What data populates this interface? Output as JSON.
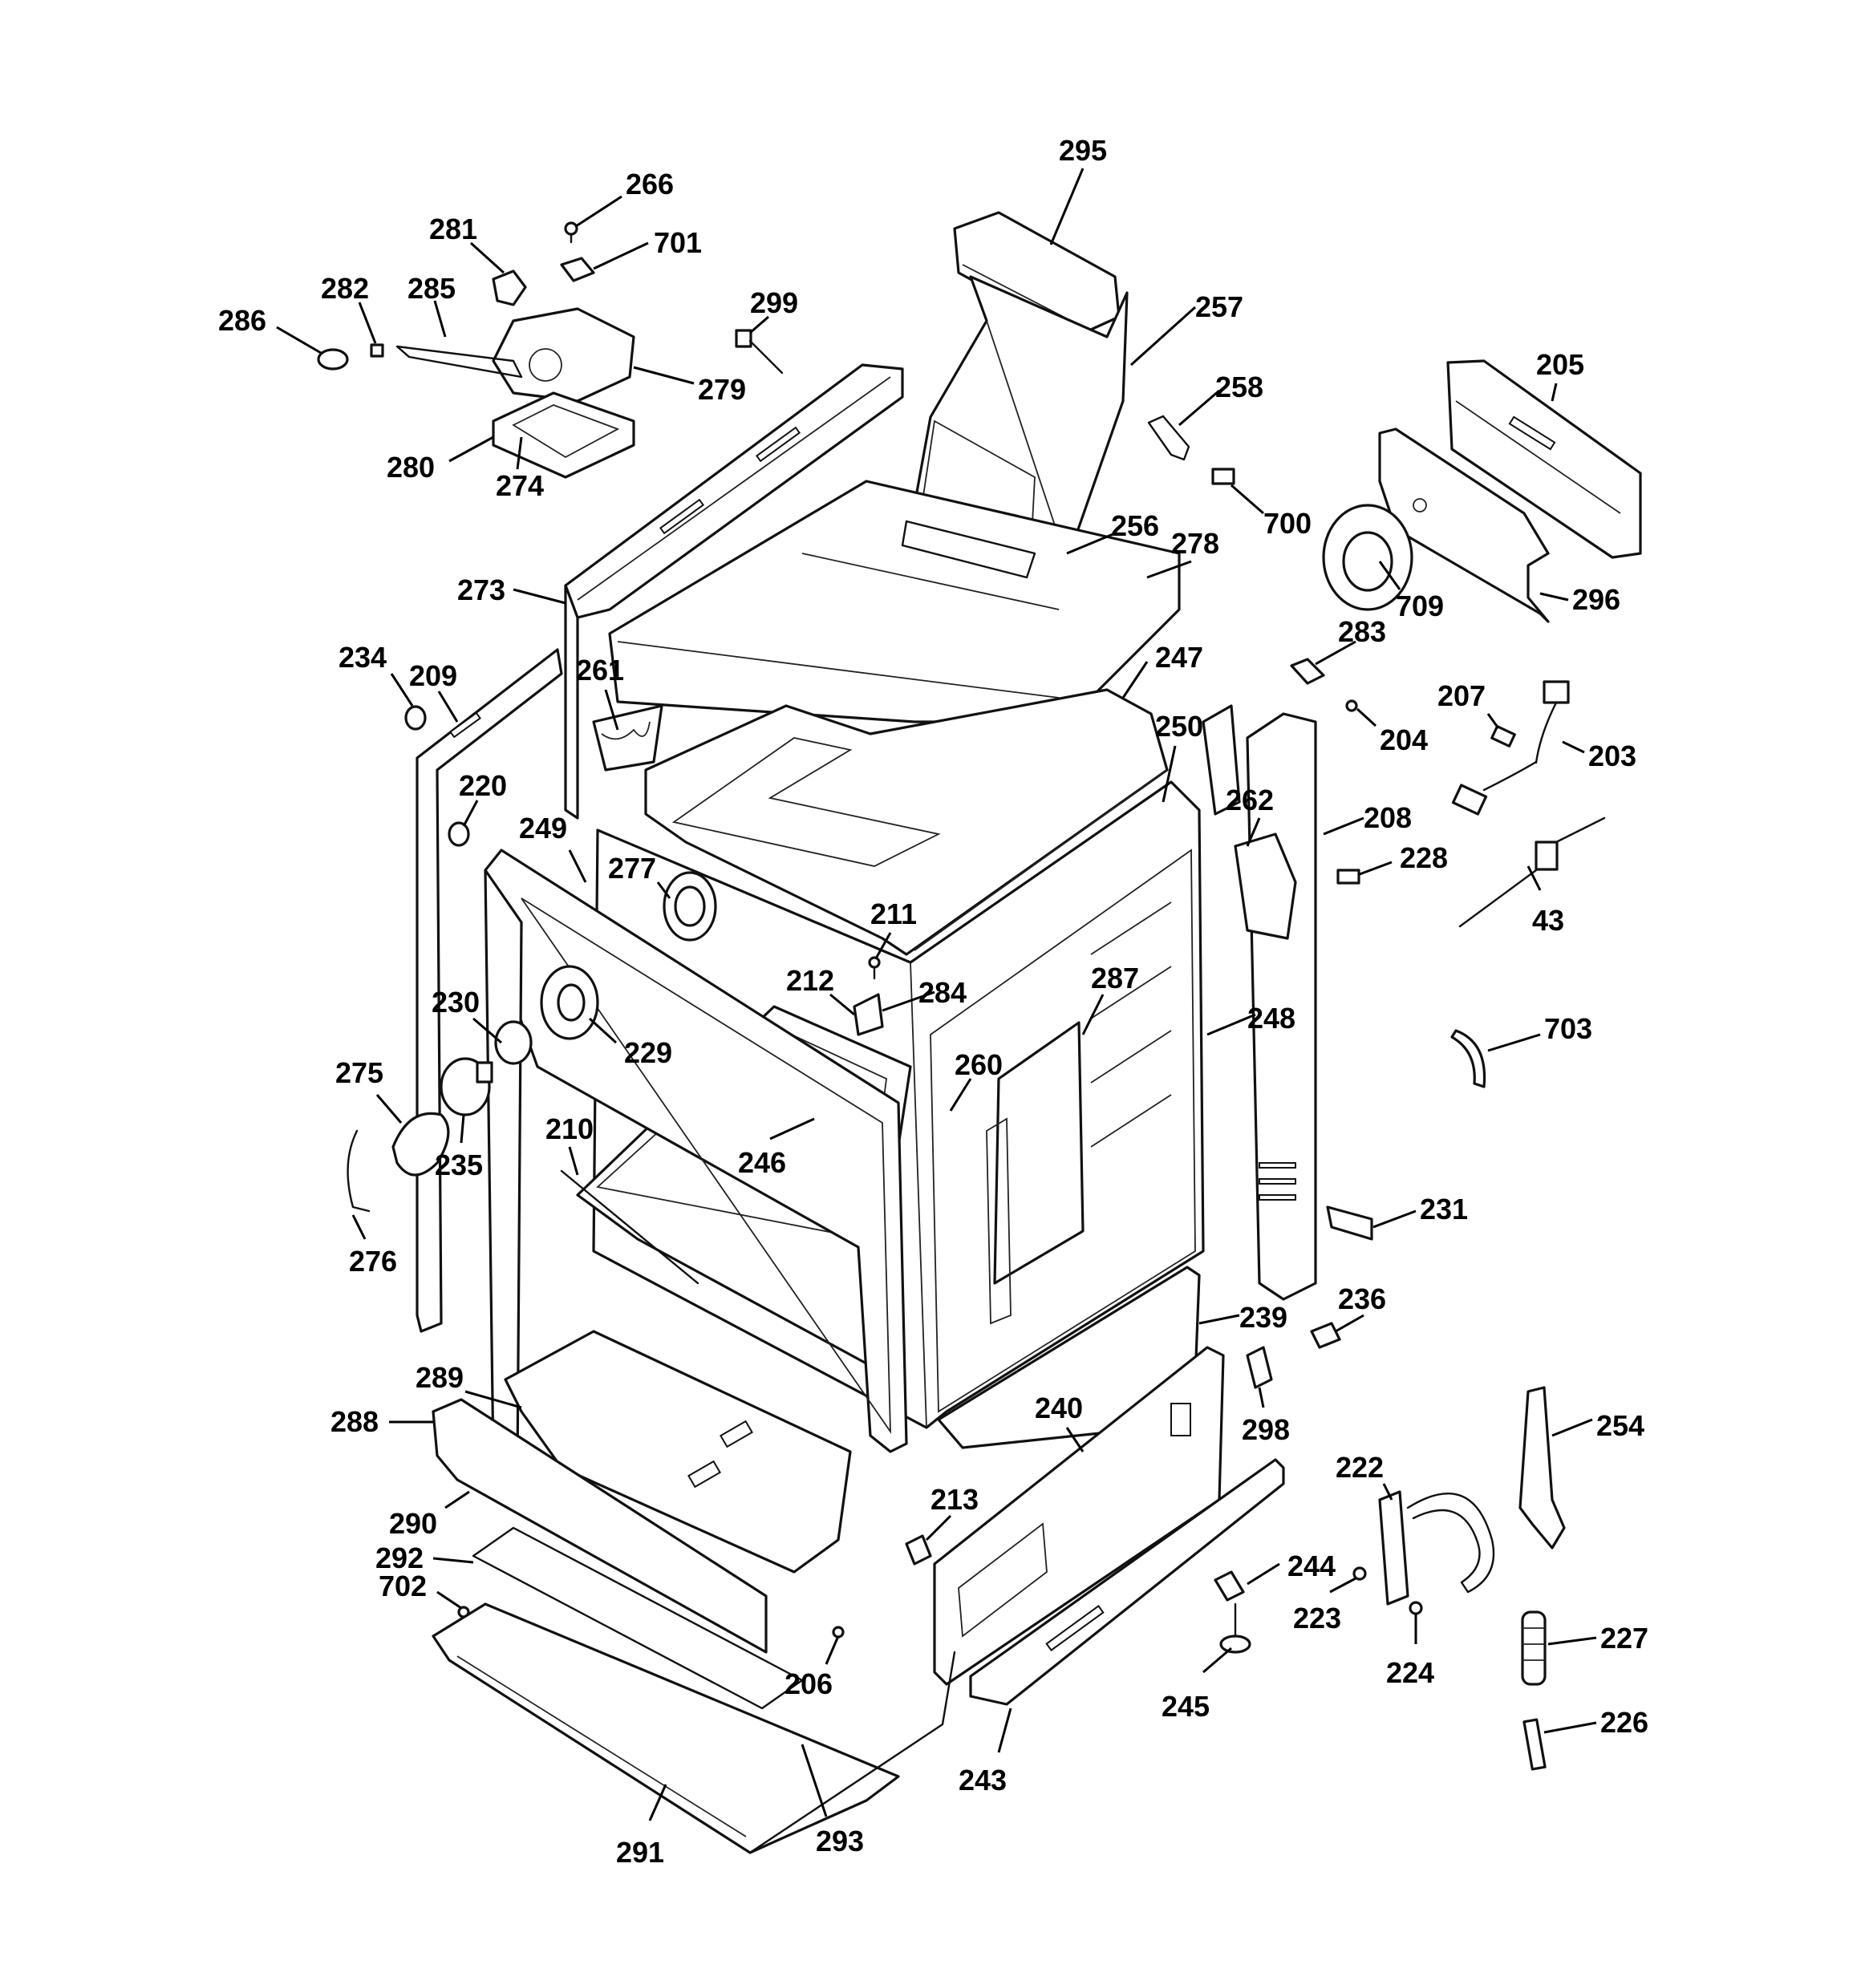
{
  "callouts": [
    {
      "id": "c295",
      "text": "295"
    },
    {
      "id": "c266",
      "text": "266"
    },
    {
      "id": "c281",
      "text": "281"
    },
    {
      "id": "c701",
      "text": "701"
    },
    {
      "id": "c286",
      "text": "286"
    },
    {
      "id": "c282",
      "text": "282"
    },
    {
      "id": "c285",
      "text": "285"
    },
    {
      "id": "c299",
      "text": "299"
    },
    {
      "id": "c257",
      "text": "257"
    },
    {
      "id": "c279",
      "text": "279"
    },
    {
      "id": "c258",
      "text": "258"
    },
    {
      "id": "c205",
      "text": "205"
    },
    {
      "id": "c280",
      "text": "280"
    },
    {
      "id": "c274",
      "text": "274"
    },
    {
      "id": "c700",
      "text": "700"
    },
    {
      "id": "c256",
      "text": "256"
    },
    {
      "id": "c278",
      "text": "278"
    },
    {
      "id": "c709",
      "text": "709"
    },
    {
      "id": "c296",
      "text": "296"
    },
    {
      "id": "c273",
      "text": "273"
    },
    {
      "id": "c283",
      "text": "283"
    },
    {
      "id": "c234",
      "text": "234"
    },
    {
      "id": "c209",
      "text": "209"
    },
    {
      "id": "c261",
      "text": "261"
    },
    {
      "id": "c247",
      "text": "247"
    },
    {
      "id": "c207",
      "text": "207"
    },
    {
      "id": "c250",
      "text": "250"
    },
    {
      "id": "c204",
      "text": "204"
    },
    {
      "id": "c203",
      "text": "203"
    },
    {
      "id": "c220",
      "text": "220"
    },
    {
      "id": "c262",
      "text": "262"
    },
    {
      "id": "c208",
      "text": "208"
    },
    {
      "id": "c249",
      "text": "249"
    },
    {
      "id": "c228",
      "text": "228"
    },
    {
      "id": "c277",
      "text": "277"
    },
    {
      "id": "c43",
      "text": "43"
    },
    {
      "id": "c211",
      "text": "211"
    },
    {
      "id": "c212",
      "text": "212"
    },
    {
      "id": "c284",
      "text": "284"
    },
    {
      "id": "c287",
      "text": "287"
    },
    {
      "id": "c230",
      "text": "230"
    },
    {
      "id": "c248",
      "text": "248"
    },
    {
      "id": "c703",
      "text": "703"
    },
    {
      "id": "c229",
      "text": "229"
    },
    {
      "id": "c275",
      "text": "275"
    },
    {
      "id": "c260",
      "text": "260"
    },
    {
      "id": "c210",
      "text": "210"
    },
    {
      "id": "c235",
      "text": "235"
    },
    {
      "id": "c246",
      "text": "246"
    },
    {
      "id": "c231",
      "text": "231"
    },
    {
      "id": "c276",
      "text": "276"
    },
    {
      "id": "c236",
      "text": "236"
    },
    {
      "id": "c239",
      "text": "239"
    },
    {
      "id": "c289",
      "text": "289"
    },
    {
      "id": "c298",
      "text": "298"
    },
    {
      "id": "c240",
      "text": "240"
    },
    {
      "id": "c288",
      "text": "288"
    },
    {
      "id": "c254",
      "text": "254"
    },
    {
      "id": "c222",
      "text": "222"
    },
    {
      "id": "c213",
      "text": "213"
    },
    {
      "id": "c290",
      "text": "290"
    },
    {
      "id": "c244",
      "text": "244"
    },
    {
      "id": "c292",
      "text": "292"
    },
    {
      "id": "c702",
      "text": "702"
    },
    {
      "id": "c223",
      "text": "223"
    },
    {
      "id": "c227",
      "text": "227"
    },
    {
      "id": "c206",
      "text": "206"
    },
    {
      "id": "c224",
      "text": "224"
    },
    {
      "id": "c245",
      "text": "245"
    },
    {
      "id": "c226",
      "text": "226"
    },
    {
      "id": "c243",
      "text": "243"
    },
    {
      "id": "c291",
      "text": "291"
    },
    {
      "id": "c293",
      "text": "293"
    }
  ]
}
